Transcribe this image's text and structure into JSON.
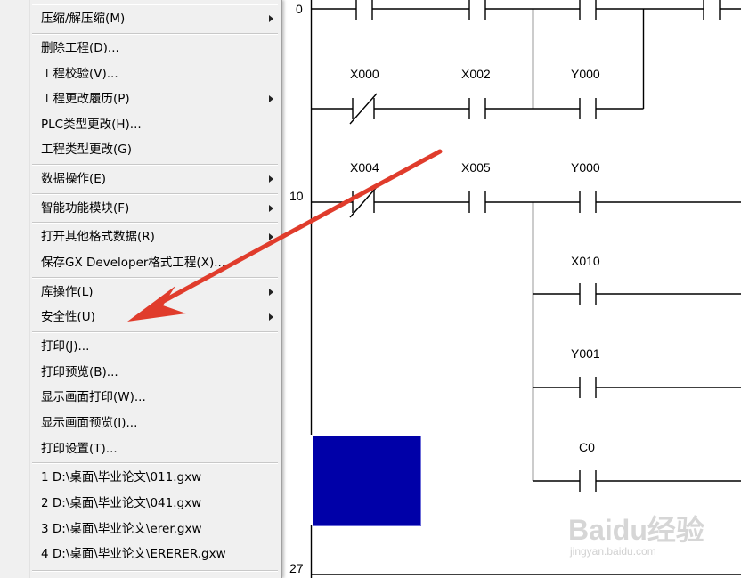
{
  "menu": {
    "items": [
      {
        "label": "压缩/解压缩(M)",
        "submenu": true
      },
      {
        "label": "删除工程(D)...",
        "submenu": false
      },
      {
        "label": "工程校验(V)...",
        "submenu": false
      },
      {
        "label": "工程更改履历(P)",
        "submenu": true
      },
      {
        "label": "PLC类型更改(H)...",
        "submenu": false
      },
      {
        "label": "工程类型更改(G)",
        "submenu": false
      },
      {
        "label": "数据操作(E)",
        "submenu": true
      },
      {
        "label": "智能功能模块(F)",
        "submenu": true
      },
      {
        "label": "打开其他格式数据(R)",
        "submenu": true
      },
      {
        "label": "保存GX Developer格式工程(X)...",
        "submenu": false
      },
      {
        "label": "库操作(L)",
        "submenu": true
      },
      {
        "label": "安全性(U)",
        "submenu": true
      },
      {
        "label": "打印(J)...",
        "submenu": false
      },
      {
        "label": "打印预览(B)...",
        "submenu": false
      },
      {
        "label": "显示画面打印(W)...",
        "submenu": false
      },
      {
        "label": "显示画面预览(I)...",
        "submenu": false
      },
      {
        "label": "打印设置(T)...",
        "submenu": false
      },
      {
        "label": "1 D:\\桌面\\毕业论文\\011.gxw",
        "submenu": false
      },
      {
        "label": "2 D:\\桌面\\毕业论文\\041.gxw",
        "submenu": false
      },
      {
        "label": "3 D:\\桌面\\毕业论文\\erer.gxw",
        "submenu": false
      },
      {
        "label": "4 D:\\桌面\\毕业论文\\ERERER.gxw",
        "submenu": false
      }
    ]
  },
  "ladder": {
    "step_numbers": [
      "0",
      "10",
      "27"
    ],
    "contacts": [
      {
        "label": "X000",
        "type": "nc"
      },
      {
        "label": "X002",
        "type": "no"
      },
      {
        "label": "Y000",
        "type": "no"
      },
      {
        "label": "X004",
        "type": "nc"
      },
      {
        "label": "X005",
        "type": "no"
      },
      {
        "label": "Y000",
        "type": "no"
      },
      {
        "label": "X010",
        "type": "no"
      },
      {
        "label": "Y001",
        "type": "no"
      },
      {
        "label": "C0",
        "type": "no"
      }
    ]
  },
  "annotation": {
    "arrow_color": "#e03c2c"
  },
  "colors": {
    "selection_block": "#0000a8"
  },
  "watermark": {
    "brand": "Baidu经验",
    "url": "jingyan.baidu.com"
  }
}
